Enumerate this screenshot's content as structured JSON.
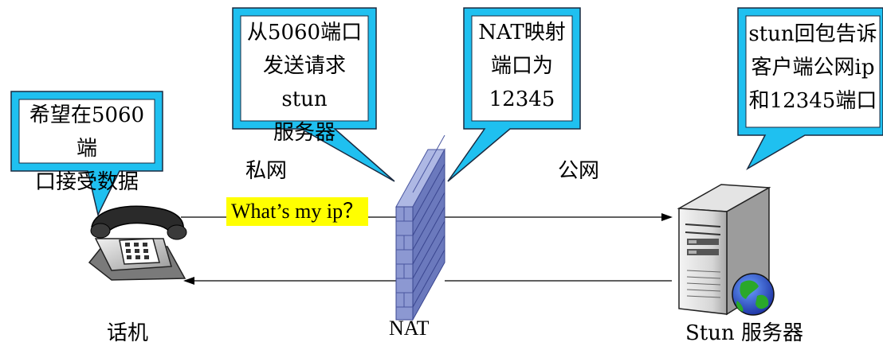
{
  "callouts": {
    "phone_bubble": "希望在5060端\n口接受数据",
    "send_bubble": "从5060端口\n发送请求stun\n服务器",
    "nat_bubble": "NAT映射\n端口为\n12345",
    "server_bubble": "stun回包告诉\n客户端公网ip\n和12345端口"
  },
  "labels": {
    "private_net": "私网",
    "public_net": "公网",
    "query": "What’s my ip？",
    "phone": "话机",
    "nat": "NAT",
    "server": "Stun 服务器"
  },
  "colors": {
    "bubble_fill": "#1fc0f0",
    "bubble_inner": "#ffffff",
    "highlight": "#ffff00",
    "firewall": "#7f8cc4"
  },
  "icons": {
    "phone": "telephone-icon",
    "nat": "firewall-icon",
    "server": "server-globe-icon"
  }
}
